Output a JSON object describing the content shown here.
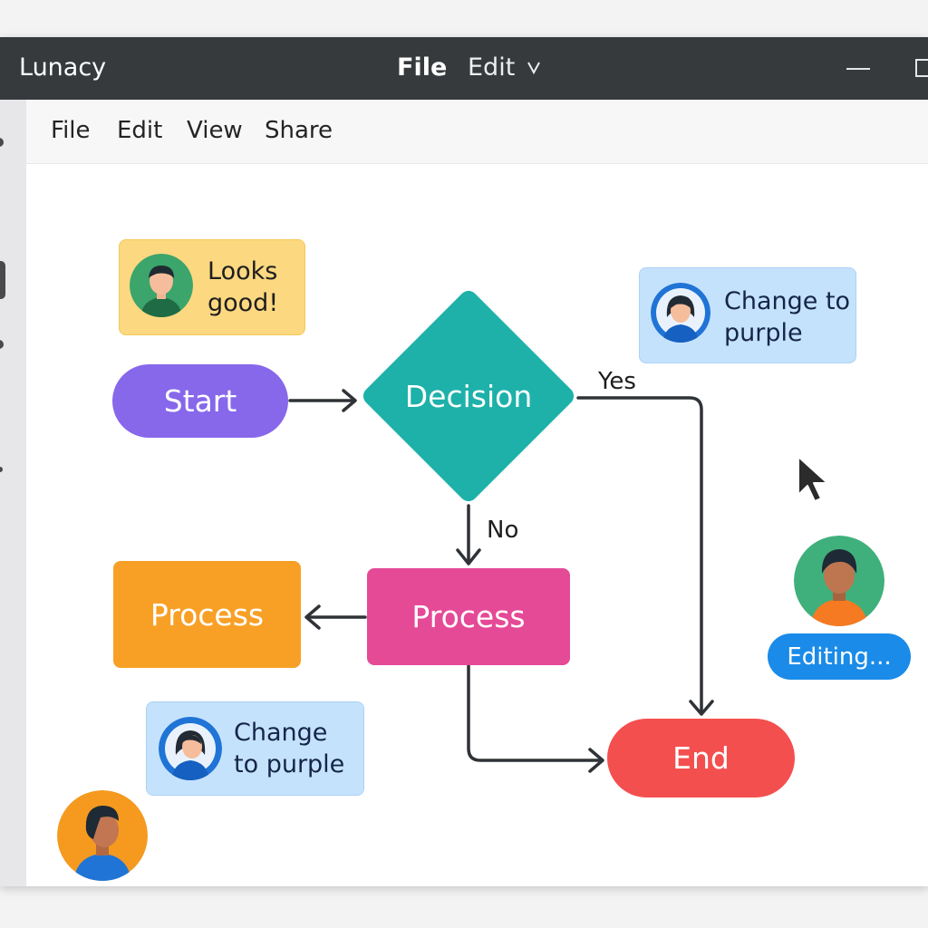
{
  "window": {
    "app_title": "Lunacy",
    "title_menu": {
      "file": "File",
      "edit": "Edit"
    }
  },
  "menubar": {
    "items": [
      "File",
      "Edit",
      "View",
      "Share"
    ]
  },
  "flowchart": {
    "start": "Start",
    "decision": "Decision",
    "process_left": "Process",
    "process_center": "Process",
    "end": "End",
    "label_yes": "Yes",
    "label_no": "No"
  },
  "comments": [
    {
      "lines": [
        "Looks",
        "good!"
      ]
    },
    {
      "lines": [
        "Change to",
        "purple"
      ]
    },
    {
      "lines": [
        "Change",
        "to purple"
      ]
    }
  ],
  "collaborator": {
    "status": "Editing..."
  },
  "icons": {
    "chevron": "chevron-down-icon",
    "minimize": "minimize-icon",
    "maximize": "maximize-icon",
    "pointer": "mouse-pointer-icon"
  },
  "colors": {
    "titlebar": "#363a3d",
    "start": "#8767ea",
    "decision": "#1db1aa",
    "process_orange": "#f8a026",
    "process_pink": "#e54a97",
    "end": "#f44f4f",
    "comment_yellow": "#fcd880",
    "comment_blue": "#c5e2fc",
    "editing_badge": "#1a8be8"
  }
}
